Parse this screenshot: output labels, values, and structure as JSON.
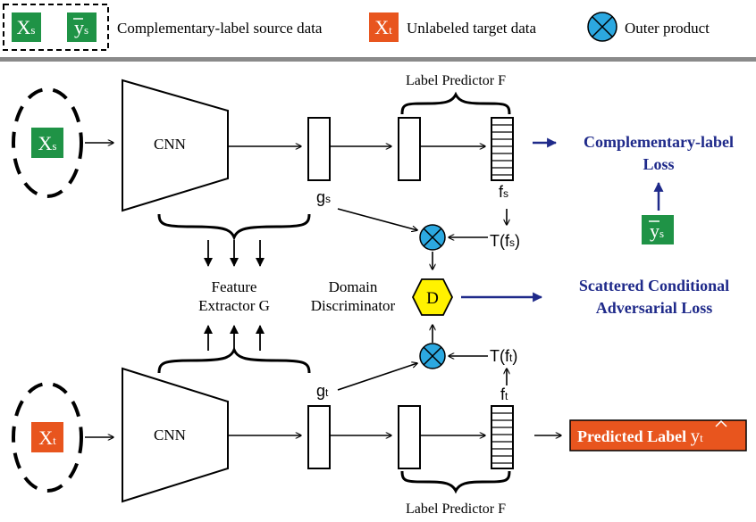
{
  "legend": {
    "source_x_main": "X",
    "source_x_sub": "s",
    "source_y_main": "y",
    "source_y_sub": "s",
    "source_label": "Complementary-label source data",
    "target_x_main": "X",
    "target_x_sub": "t",
    "target_label": "Unlabeled target data",
    "outer_product_label": "Outer product"
  },
  "source_input": {
    "main": "X",
    "sub": "s"
  },
  "target_input": {
    "main": "X",
    "sub": "t"
  },
  "cnn_top": "CNN",
  "cnn_bottom": "CNN",
  "gs": {
    "main": "g",
    "sub": "s"
  },
  "gt": {
    "main": "g",
    "sub": "t"
  },
  "fs": {
    "main": "f",
    "sub": "s"
  },
  "ft": {
    "main": "f",
    "sub": "t"
  },
  "t_fs": {
    "pre": "T(f",
    "sub": "s",
    "post": ")"
  },
  "t_ft": {
    "pre": "T(f",
    "sub": "t",
    "post": ")"
  },
  "label_predictor_top": "Label Predictor F",
  "label_predictor_bottom": "Label Predictor F",
  "feature_extractor": {
    "line1": "Feature",
    "line2": "Extractor G"
  },
  "domain_discriminator": {
    "line1": "Domain",
    "line2": "Discriminator"
  },
  "discriminator_letter": "D",
  "comp_loss": {
    "line1": "Complementary-label",
    "line2": "Loss"
  },
  "comp_y": {
    "main": "y",
    "sub": "s"
  },
  "adv_loss": {
    "line1": "Scattered Conditional",
    "line2": "Adversarial Loss"
  },
  "predicted": {
    "text": "Predicted Label ",
    "y_main": "y",
    "y_sub": "t"
  },
  "colors": {
    "green": "#1f9346",
    "orange": "#e8551e",
    "blue_circle": "#2ca8e0",
    "hexagon": "#fff200",
    "loss_text": "#1f2a8a",
    "divider": "#8a8a8a"
  }
}
